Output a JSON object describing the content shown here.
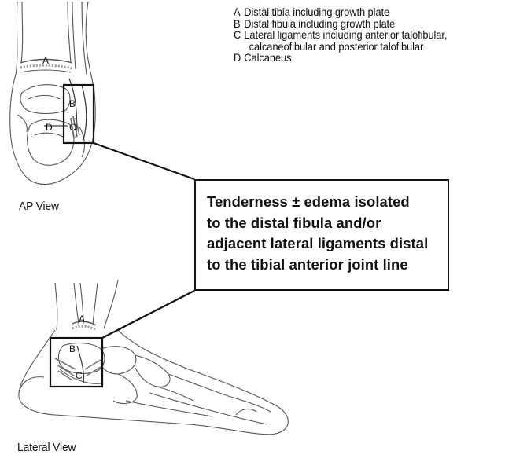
{
  "legend": [
    {
      "key": "A",
      "text": "Distal tibia including growth plate"
    },
    {
      "key": "B",
      "text": "Distal fibula including growth plate"
    },
    {
      "key": "C",
      "text": "Lateral ligaments including anterior talofibular,\ncalcaneofibular and posterior talofibular"
    },
    {
      "key": "D",
      "text": "Calcaneus"
    }
  ],
  "views": {
    "ap": "AP View",
    "lateral": "Lateral View"
  },
  "callout": {
    "text": "Tenderness ± edema isolated\nto the distal fibula and/or\nadjacent lateral ligaments distal\nto the tibial anterior joint line"
  },
  "ap_labels": {
    "a": "A",
    "b": "B",
    "c": "C",
    "d": "D"
  },
  "lat_labels": {
    "a": "A",
    "b": "B",
    "c": "C"
  },
  "colors": {
    "line": "#111111",
    "bone_outline": "#555555",
    "shade": "#aaaaaa"
  }
}
